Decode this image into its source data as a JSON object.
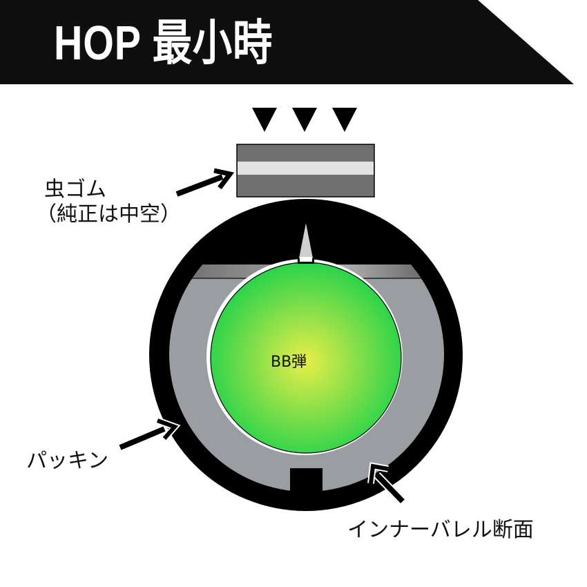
{
  "banner": {
    "title": "HOP 最小時",
    "background": "#0f0f0f",
    "text_color": "#ffffff"
  },
  "pressure_indicator": {
    "icon": "triangle-down-icon",
    "count": 3
  },
  "labels": {
    "hop_rubber_line1": "虫ゴム",
    "hop_rubber_line2": "（純正は中空）",
    "ball": "BB弾",
    "packing": "パッキン",
    "inner_barrel": "インナーバレル断面"
  },
  "colors": {
    "barrel": "#000000",
    "packing": "#9a9da2",
    "rubber_dark": "#707070",
    "rubber_light": "#e2e2e2",
    "ball_center": "#e3ef4a",
    "ball_edge": "#22d449",
    "spike": "#cfcfcf"
  }
}
